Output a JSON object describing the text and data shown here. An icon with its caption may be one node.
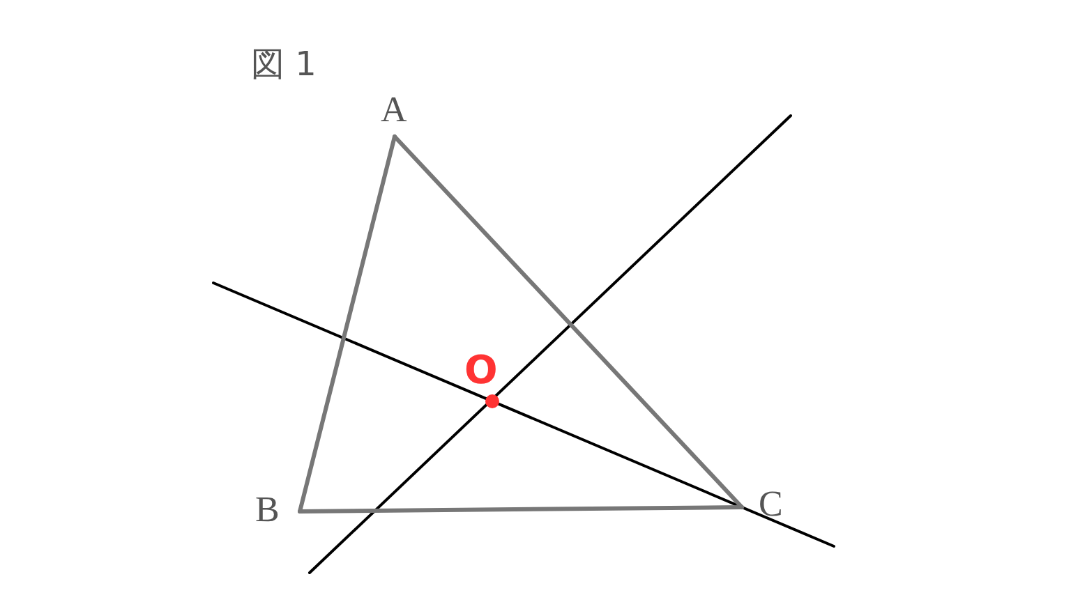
{
  "diagram": {
    "title": "図 1",
    "nodes": [
      {
        "text": [
          "A"
        ]
      },
      {
        "text": [
          "B"
        ]
      },
      {
        "text": [
          "C"
        ]
      },
      {
        "text": [
          "O"
        ]
      }
    ],
    "edges": [
      {
        "from": 0,
        "to": 1,
        "arrow": "none"
      },
      {
        "from": 1,
        "to": 2,
        "arrow": "none"
      },
      {
        "from": 2,
        "to": 0,
        "arrow": "none"
      }
    ]
  }
}
